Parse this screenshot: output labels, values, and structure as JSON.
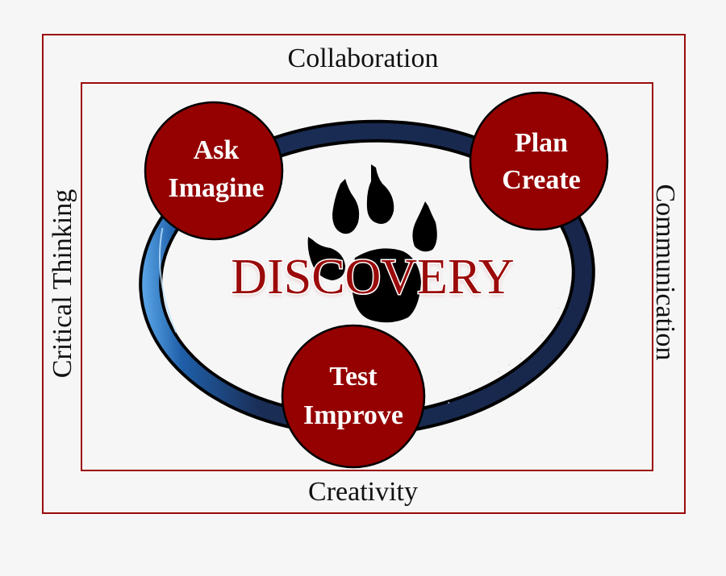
{
  "frame": {
    "outer_labels": {
      "top": "Collaboration",
      "bottom": "Creativity",
      "left": "Critical Thinking",
      "right": "Communication"
    },
    "border_color": "#9b0a0a",
    "background_color": "#f6f6f6"
  },
  "center": {
    "title": "DISCOVERY",
    "title_color": "#9b0a0a",
    "icon": "paw-print-icon"
  },
  "cycle": {
    "ring_color": "#1c2c4e",
    "node_color": "#950000",
    "nodes": [
      {
        "line1": "Ask",
        "line2": "Imagine"
      },
      {
        "line1": "Plan",
        "line2": "Create"
      },
      {
        "line1": "Test",
        "line2": "Improve"
      }
    ]
  }
}
